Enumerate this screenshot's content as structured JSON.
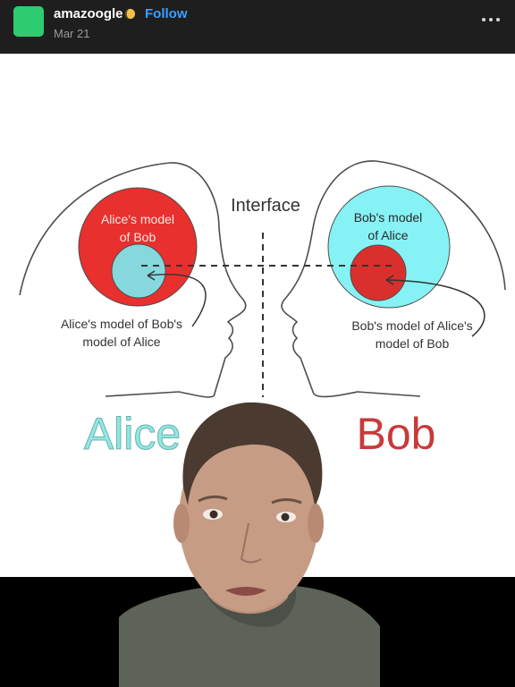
{
  "post": {
    "username": "amazoogle",
    "follow_label": "Follow",
    "date": "Mar 21",
    "more_icon": "more-horizontal-icon",
    "badge_icon": "moon-icon"
  },
  "diagram": {
    "interface_label": "Interface",
    "alice_model_line1": "Alice's model",
    "alice_model_line2": "of Bob",
    "bob_model_line1": "Bob's model",
    "bob_model_line2": "of Alice",
    "alice_nested_line1": "Alice's model of Bob's",
    "alice_nested_line2": "model of Alice",
    "bob_nested_line1": "Bob's model of Alice's",
    "bob_nested_line2": "model of Bob",
    "alice_name": "Alice",
    "bob_name": "Bob",
    "colors": {
      "red": "#e8302f",
      "cyan": "#86f2f5",
      "inner_cyan": "#87d8dc",
      "inner_red": "#d9302d",
      "alice_text": "#8fe8e4",
      "bob_text": "#c93a3a"
    }
  }
}
